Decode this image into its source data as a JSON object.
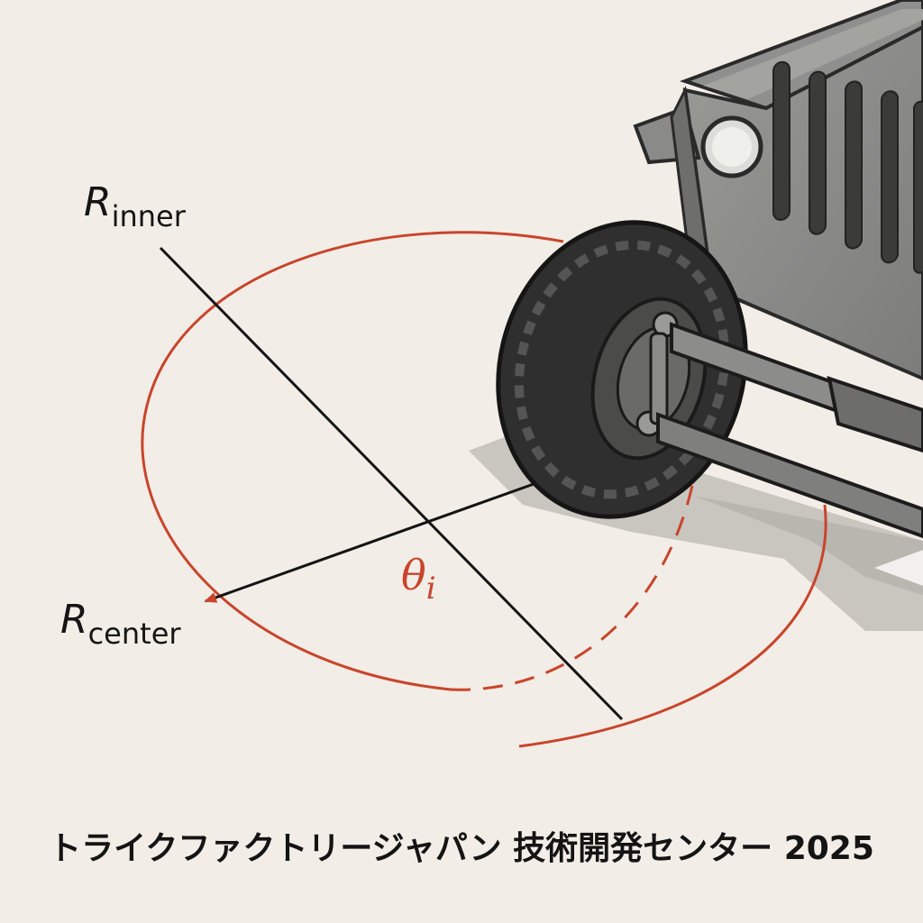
{
  "labels": {
    "r_inner_main": "R",
    "r_inner_sub": "inner",
    "r_center_main": "R",
    "r_center_sub": "center",
    "theta_main": "θ",
    "theta_sub": "i"
  },
  "footer": {
    "text": "トライクファクトリージャパン 技術開発センター 2025"
  },
  "colors": {
    "background": "#f2ede6",
    "arc": "#c8452c",
    "line": "#141414",
    "vehicle_body": "#8e8e8c",
    "tire": "#3a3a3a"
  },
  "icons": {
    "vehicle": "jeep-front-illustration",
    "wheel": "tire-icon"
  }
}
